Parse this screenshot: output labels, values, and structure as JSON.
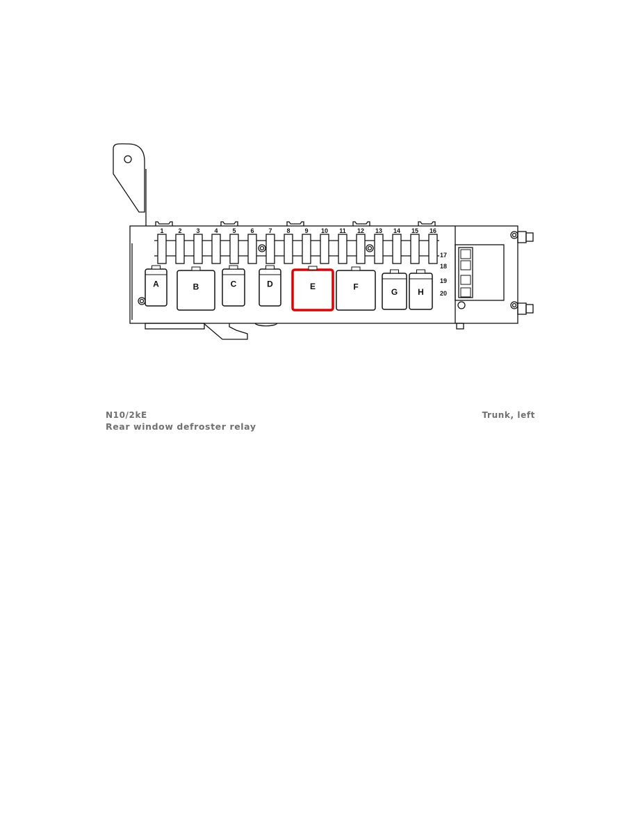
{
  "diagram": {
    "fuses": [
      "1",
      "2",
      "3",
      "4",
      "5",
      "6",
      "7",
      "8",
      "9",
      "10",
      "11",
      "12",
      "13",
      "14",
      "15",
      "16"
    ],
    "relays": [
      "A",
      "B",
      "C",
      "D",
      "E",
      "F",
      "G",
      "H"
    ],
    "connector_pins": [
      "17",
      "18",
      "19",
      "20"
    ],
    "highlighted_relay": "E",
    "highlight_color": "#e00000"
  },
  "caption": {
    "code": "N10/2kE",
    "description": "Rear window defroster relay",
    "location": "Trunk, left"
  }
}
